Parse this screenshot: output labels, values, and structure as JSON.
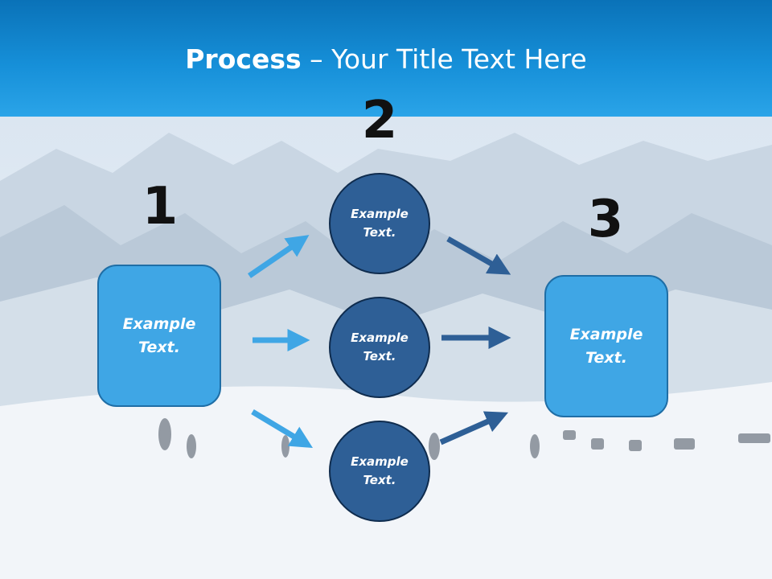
{
  "title": {
    "bold": "Process",
    "rest": " – Your Title Text Here"
  },
  "steps": [
    {
      "number": "1",
      "label": "Example Text."
    },
    {
      "number": "2"
    },
    {
      "number": "3",
      "label": "Example Text."
    }
  ],
  "circles": [
    {
      "label": "Example Text."
    },
    {
      "label": "Example Text."
    },
    {
      "label": "Example Text."
    }
  ],
  "colors": {
    "header": "#168fd8",
    "box": "#3fa6e5",
    "circle": "#2e5f96",
    "arrow_light": "#3fa6e5",
    "arrow_dark": "#2e5f96"
  }
}
